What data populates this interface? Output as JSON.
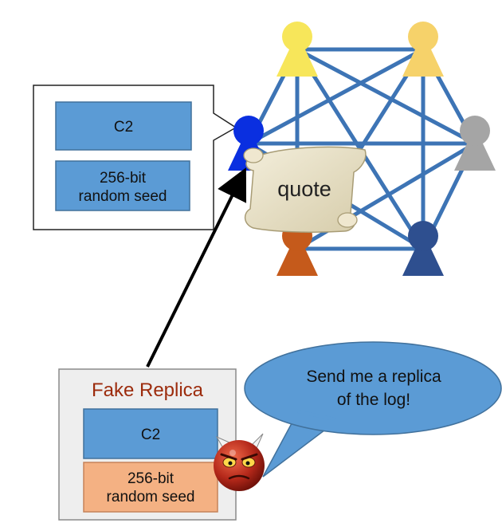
{
  "callout": {
    "box1_label": "C2",
    "box2_line1": "256-bit",
    "box2_line2": "random seed"
  },
  "quote_label": "quote",
  "fake_replica": {
    "title": "Fake Replica",
    "box1_label": "C2",
    "box2_line1": "256-bit",
    "box2_line2": "random seed"
  },
  "speech_bubble": {
    "line1": "Send me a replica",
    "line2": "of the log!"
  },
  "colors": {
    "network_edge": "#3d74b5",
    "box_fill": "#5b9bd5",
    "box_stroke": "#41719c",
    "seed_fake_fill": "#f4b183",
    "fake_title": "#9c2b0c",
    "fake_panel": "#eeeeee",
    "person_yellow_1": "#f7e65a",
    "person_yellow_2": "#f6d26a",
    "person_blue": "#0a2fe0",
    "person_gray": "#a5a5a5",
    "person_orange": "#c55a1b",
    "person_navy": "#2e4f8f",
    "scroll": "#e8e0c6"
  },
  "nodes": [
    {
      "id": "yellow-left",
      "color": "#f7e65a"
    },
    {
      "id": "yellow-right",
      "color": "#f6d26a"
    },
    {
      "id": "blue",
      "color": "#0a2fe0"
    },
    {
      "id": "gray",
      "color": "#a5a5a5"
    },
    {
      "id": "orange",
      "color": "#c55a1b"
    },
    {
      "id": "navy",
      "color": "#2e4f8f"
    }
  ]
}
